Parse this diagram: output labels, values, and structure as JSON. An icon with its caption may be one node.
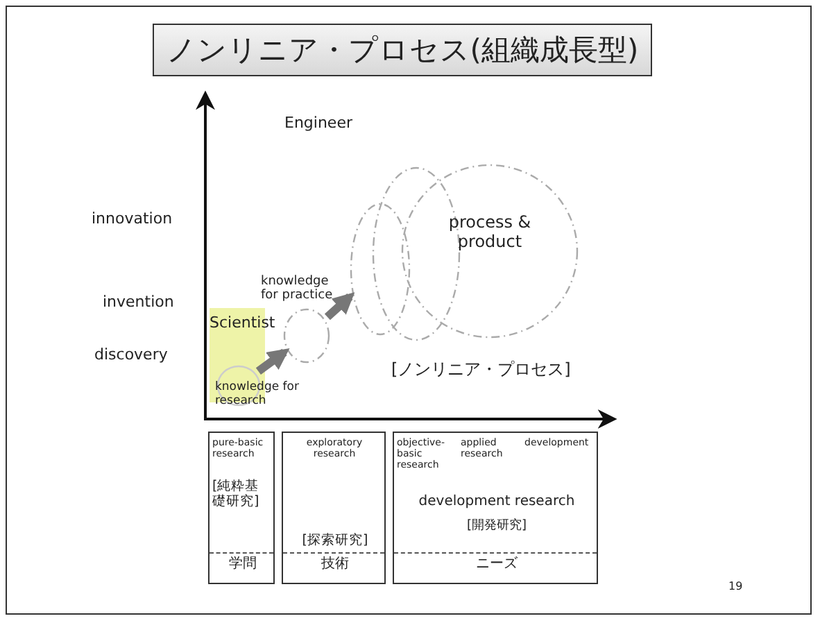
{
  "diagram": {
    "title": "ノンリニア・プロセス(組織成長型)",
    "nodes": [
      {
        "text": [
          "knowledge for research"
        ]
      },
      {
        "text": [
          "knowledge for practice"
        ]
      },
      {
        "text": [],
        "shape": "circle"
      },
      {
        "text": [],
        "shape": "circle"
      },
      {
        "text": [
          "process & product"
        ]
      },
      {
        "text": [
          "pure-basic research",
          "[純粋基礎研究]",
          "学問"
        ]
      },
      {
        "text": [
          "exploratory research",
          "[探索研究]",
          "技術"
        ]
      },
      {
        "text": [
          "objective-basic research",
          "applied research",
          "development",
          "development research",
          "[開発研究]",
          "ニーズ"
        ]
      }
    ],
    "edges": [
      {
        "from": 0,
        "to": 1,
        "arrow": "to"
      },
      {
        "from": 1,
        "to": 2,
        "arrow": "to"
      }
    ],
    "labels": [
      "Engineer",
      "innovation",
      "invention",
      "discovery",
      "Scientist",
      "[ノンリニア・プロセス]",
      "19"
    ]
  }
}
